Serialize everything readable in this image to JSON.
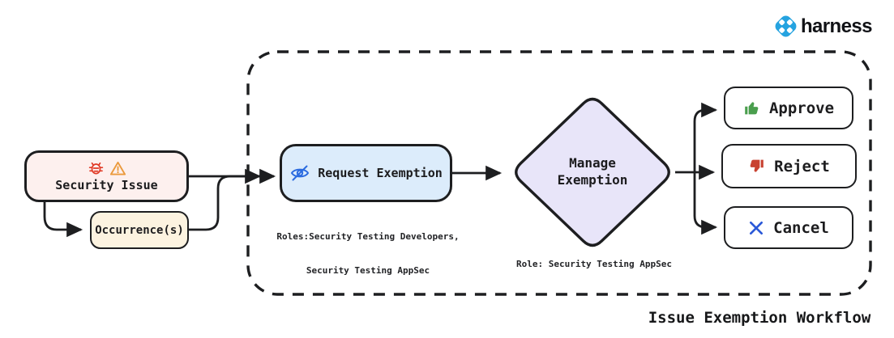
{
  "brand": {
    "wordmark": "harness",
    "logo_icon": "harness-logo-icon",
    "logo_color": "#25a3e0"
  },
  "workflow": {
    "caption": "Issue Exemption Workflow",
    "container": {
      "style": "dashed-rounded-rect",
      "border_color": "#1d1e20"
    },
    "nodes": {
      "security_issue": {
        "label": "Security Issue",
        "icons": [
          "bug-icon",
          "warning-icon"
        ],
        "fill": "#fdf0ee",
        "icon_colors": {
          "bug": "#e03a26",
          "warning": "#eb9a3d"
        }
      },
      "occurrences": {
        "label": "Occurrence(s)",
        "fill": "#fcf3e0"
      },
      "request_exemption": {
        "label": "Request Exemption",
        "icon": "eye-slash-icon",
        "icon_color": "#2b6be0",
        "fill": "#dcecfb",
        "roles_note": {
          "line1": "Roles:Security Testing Developers,",
          "line2": "Security Testing AppSec"
        }
      },
      "manage_exemption": {
        "shape": "diamond",
        "label_line1": "Manage",
        "label_line2": "Exemption",
        "fill": "#e8e5f9",
        "role_note": "Role: Security Testing AppSec"
      },
      "approve": {
        "label": "Approve",
        "icon": "thumbs-up-icon",
        "icon_color": "#4a9e4d",
        "fill": "#ffffff"
      },
      "reject": {
        "label": "Reject",
        "icon": "thumbs-down-icon",
        "icon_color": "#c84231",
        "fill": "#ffffff"
      },
      "cancel": {
        "label": "Cancel",
        "icon": "x-icon",
        "icon_color": "#2b59d8",
        "fill": "#ffffff"
      }
    }
  }
}
